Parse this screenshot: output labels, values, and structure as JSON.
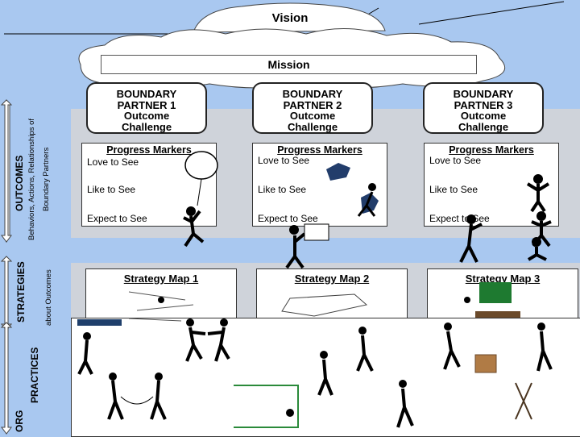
{
  "vision": "Vision",
  "mission": "Mission",
  "boundary_partners": [
    {
      "line1": "BOUNDARY",
      "line2": "PARTNER 1",
      "line3": "Outcome",
      "line4": "Challenge"
    },
    {
      "line1": "BOUNDARY",
      "line2": "PARTNER 2",
      "line3": "Outcome",
      "line4": "Challenge"
    },
    {
      "line1": "BOUNDARY",
      "line2": "PARTNER 3",
      "line3": "Outcome",
      "line4": "Challenge"
    }
  ],
  "progress_markers": {
    "title": "Progress Markers",
    "love": "Love to See",
    "like": "Like to See",
    "expect": "Expect to See"
  },
  "strategy_maps": [
    "Strategy Map 1",
    "Strategy Map 2",
    "Strategy Map 3"
  ],
  "side_labels": {
    "outcomes": "OUTCOMES",
    "outcomes_sub1": "Behaviors, Actions, Relationships of",
    "outcomes_sub2": "Boundary Partners",
    "strategies": "STRATEGIES",
    "strategies_sub": "about Outcomes",
    "practices": "PRACTICES",
    "org": "ORG"
  },
  "colors": {
    "background": "#a9c8f0",
    "band": "#cfd3da"
  }
}
